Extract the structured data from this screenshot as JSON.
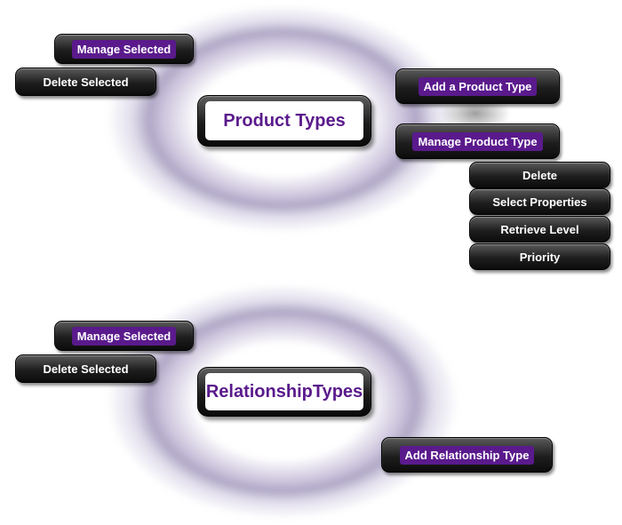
{
  "product_types": {
    "title": "Product Types",
    "manage_selected": "Manage Selected",
    "delete_selected": "Delete Selected",
    "add": "Add a Product Type",
    "manage": "Manage Product Type",
    "submenu": [
      "Delete",
      "Select Properties",
      "Retrieve Level",
      "Priority"
    ]
  },
  "relationship_types": {
    "title_line1": "Relationship",
    "title_line2": "Types",
    "manage_selected": "Manage Selected",
    "delete_selected": "Delete Selected",
    "add": "Add Relationship Type"
  },
  "colors": {
    "accent_purple": "#5a1a8c",
    "button_black": "#1e1e1e",
    "halo_purple": "#6e5f96"
  }
}
